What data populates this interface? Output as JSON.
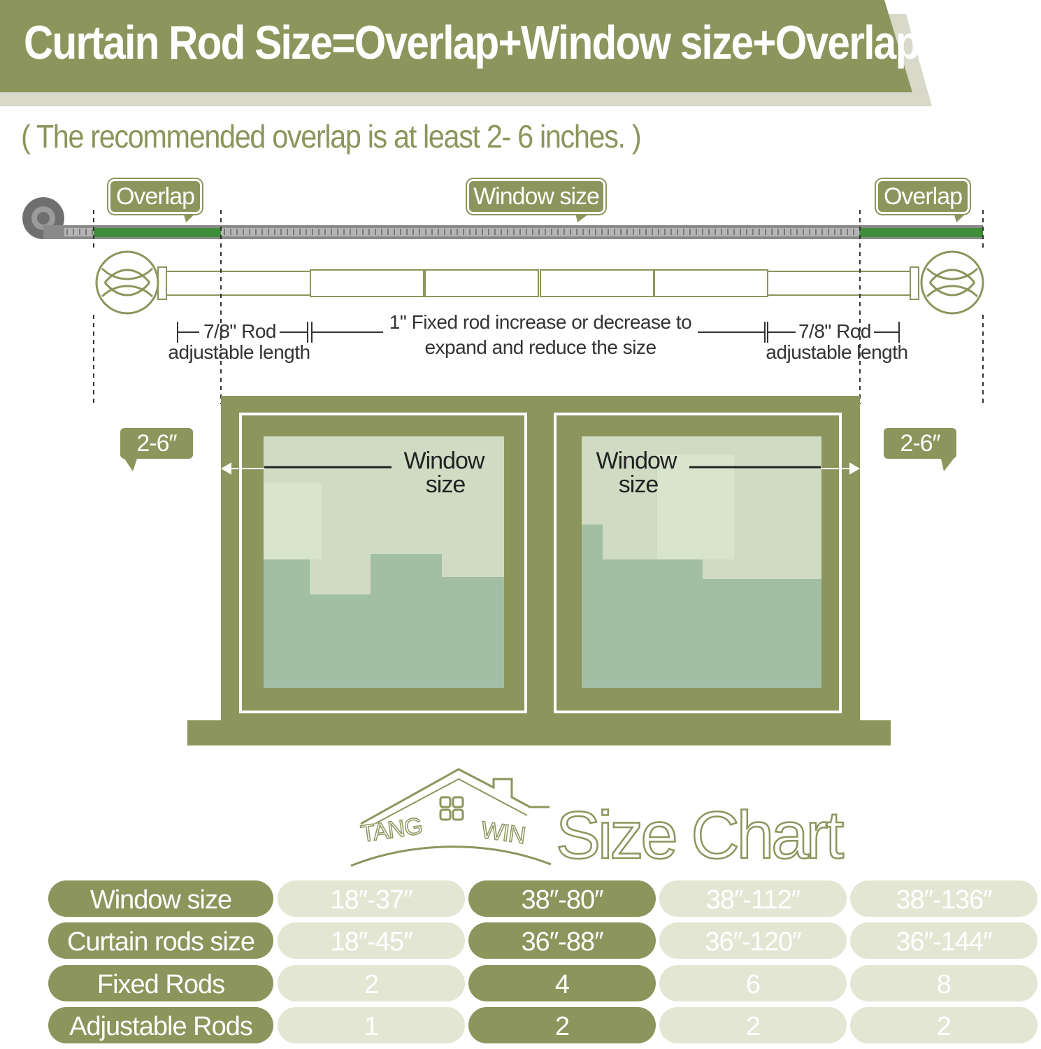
{
  "header": {
    "title": "Curtain Rod Size=Overlap+Window size+Overlap",
    "subtitle": "( The recommended overlap is at least 2- 6 inches. )"
  },
  "diagram": {
    "overlap_left": "Overlap",
    "window_size_tag": "Window size",
    "overlap_right": "Overlap",
    "adjustable_left_line1": "7/8\"  Rod",
    "adjustable_left_line2": "adjustable length",
    "fixed_line1": "1\" Fixed rod  increase or decrease to",
    "fixed_line2": "expand and reduce the size",
    "adjustable_right_line1": "7/8\"  Rod",
    "adjustable_right_line2": "adjustable length",
    "gap_left": "2-6″",
    "gap_right": "2-6″",
    "window_left_label_1": "Window",
    "window_left_label_2": "size",
    "window_right_label_1": "Window",
    "window_right_label_2": "size",
    "colors": {
      "accent": "#8c955c",
      "glass": "#a2bfa6",
      "overlap_green": "#3f8f3a"
    }
  },
  "brand": {
    "logo_left": "TANG",
    "logo_right": "WIN",
    "chart_title": "Size Chart"
  },
  "size_chart": {
    "headers": [
      "Window size",
      "Curtain rods size",
      "Fixed Rods",
      "Adjustable Rods"
    ],
    "columns": [
      {
        "values": [
          "18″-37″",
          "18″-45″",
          "2",
          "1"
        ],
        "highlight": false
      },
      {
        "values": [
          "38″-80″",
          "36″-88″",
          "4",
          "2"
        ],
        "highlight": true
      },
      {
        "values": [
          "38″-112″",
          "36″-120″",
          "6",
          "2"
        ],
        "highlight": false
      },
      {
        "values": [
          "38″-136″",
          "36″-144″",
          "8",
          "2"
        ],
        "highlight": false
      }
    ]
  }
}
